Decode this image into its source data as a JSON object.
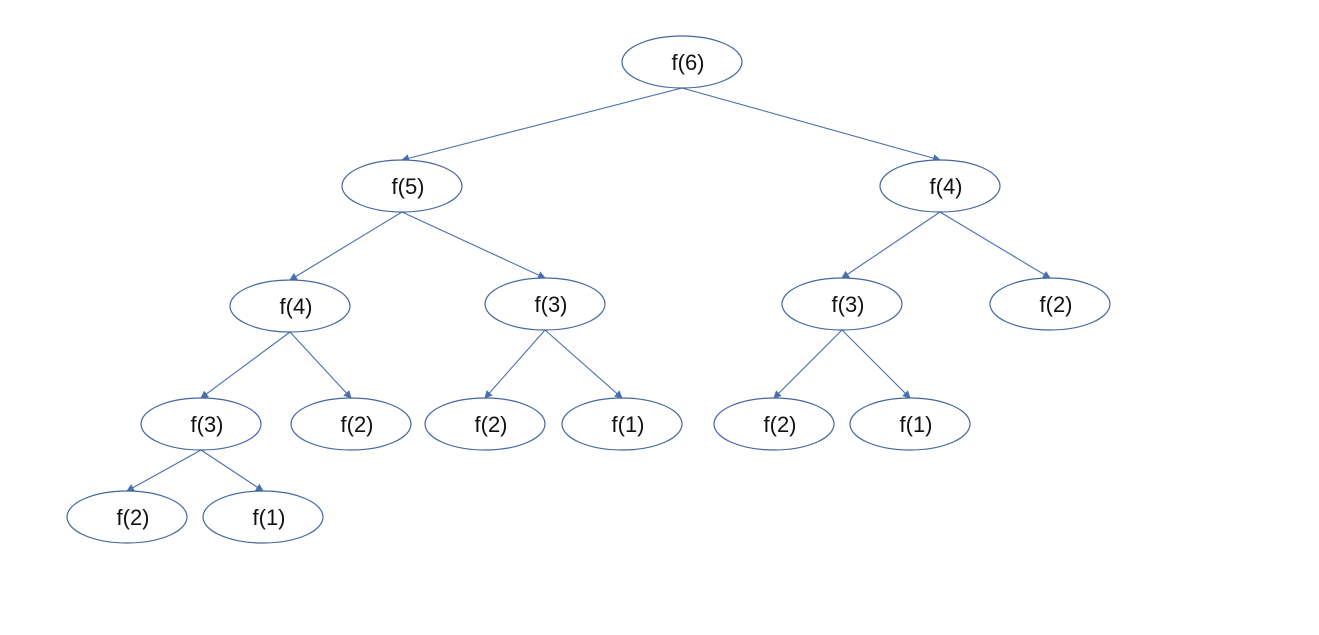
{
  "colors": {
    "node_outline": "#44669f",
    "edge": "#4a6fae",
    "text": "#111111",
    "background": "#ffffff"
  },
  "nodes": [
    {
      "id": "n6",
      "label": "f(6)"
    },
    {
      "id": "n5",
      "label": "f(5)"
    },
    {
      "id": "n4r",
      "label": "f(4)"
    },
    {
      "id": "n4l",
      "label": "f(4)"
    },
    {
      "id": "n3a",
      "label": "f(3)"
    },
    {
      "id": "n3r",
      "label": "f(3)"
    },
    {
      "id": "n2r",
      "label": "f(2)"
    },
    {
      "id": "n3ll",
      "label": "f(3)"
    },
    {
      "id": "n2l",
      "label": "f(2)"
    },
    {
      "id": "n2a",
      "label": "f(2)"
    },
    {
      "id": "n1a",
      "label": "f(1)"
    },
    {
      "id": "n2b",
      "label": "f(2)"
    },
    {
      "id": "n1b",
      "label": "f(1)"
    },
    {
      "id": "n2c",
      "label": "f(2)"
    },
    {
      "id": "n1c",
      "label": "f(1)"
    }
  ],
  "edges": [
    [
      "n6",
      "n5"
    ],
    [
      "n6",
      "n4r"
    ],
    [
      "n5",
      "n4l"
    ],
    [
      "n5",
      "n3a"
    ],
    [
      "n4r",
      "n3r"
    ],
    [
      "n4r",
      "n2r"
    ],
    [
      "n4l",
      "n3ll"
    ],
    [
      "n4l",
      "n2l"
    ],
    [
      "n3a",
      "n2a"
    ],
    [
      "n3a",
      "n1a"
    ],
    [
      "n3r",
      "n2b"
    ],
    [
      "n3r",
      "n1b"
    ],
    [
      "n3ll",
      "n2c"
    ],
    [
      "n3ll",
      "n1c"
    ]
  ]
}
